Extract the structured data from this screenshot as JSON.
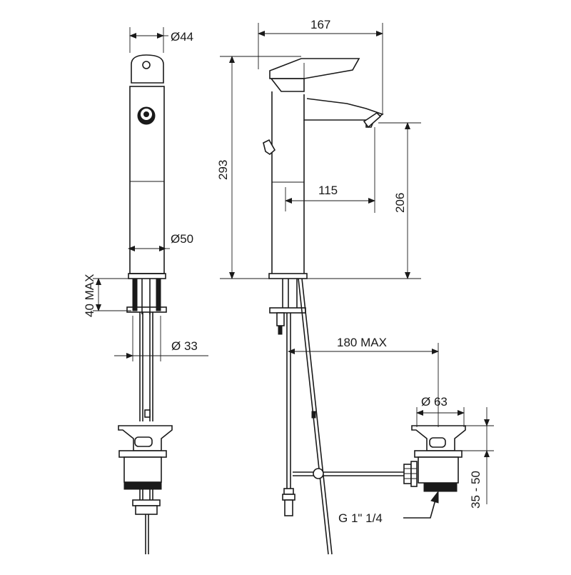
{
  "dimensions": {
    "side_diameter_top": "Ø44",
    "side_diameter_base": "Ø50",
    "side_mount_max": "40 MAX",
    "side_diameter_shank": "Ø 33",
    "front_width": "167",
    "front_height": "293",
    "front_reach": "115",
    "front_spout_height": "206",
    "front_rod_reach": "180 MAX",
    "waste_diameter": "Ø 63",
    "waste_range": "35 - 50",
    "waste_thread": "G 1\" 1/4"
  }
}
